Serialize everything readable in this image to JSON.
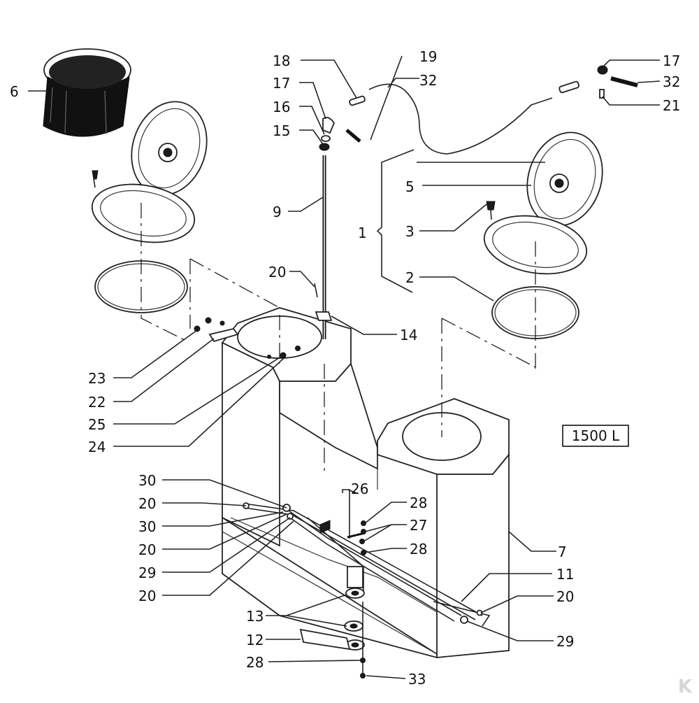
{
  "capacity_label": "1500 L",
  "watermark_glyph": "K",
  "callouts": [
    {
      "id": "c6",
      "text": "6"
    },
    {
      "id": "c18",
      "text": "18"
    },
    {
      "id": "c19",
      "text": "19"
    },
    {
      "id": "c17a",
      "text": "17"
    },
    {
      "id": "c32a",
      "text": "32"
    },
    {
      "id": "c16",
      "text": "16"
    },
    {
      "id": "c15",
      "text": "15"
    },
    {
      "id": "c17b",
      "text": "17"
    },
    {
      "id": "c32b",
      "text": "32"
    },
    {
      "id": "c21",
      "text": "21"
    },
    {
      "id": "c5",
      "text": "5"
    },
    {
      "id": "c9",
      "text": "9"
    },
    {
      "id": "c1",
      "text": "1"
    },
    {
      "id": "c3",
      "text": "3"
    },
    {
      "id": "c20a",
      "text": "20"
    },
    {
      "id": "c2",
      "text": "2"
    },
    {
      "id": "c14",
      "text": "14"
    },
    {
      "id": "c23",
      "text": "23"
    },
    {
      "id": "c22",
      "text": "22"
    },
    {
      "id": "c25",
      "text": "25"
    },
    {
      "id": "c24",
      "text": "24"
    },
    {
      "id": "c30a",
      "text": "30"
    },
    {
      "id": "c26",
      "text": "26"
    },
    {
      "id": "c20b",
      "text": "20"
    },
    {
      "id": "c28a",
      "text": "28"
    },
    {
      "id": "c30b",
      "text": "30"
    },
    {
      "id": "c27",
      "text": "27"
    },
    {
      "id": "c20c",
      "text": "20"
    },
    {
      "id": "c28b",
      "text": "28"
    },
    {
      "id": "c7",
      "text": "7"
    },
    {
      "id": "c29a",
      "text": "29"
    },
    {
      "id": "c11",
      "text": "11"
    },
    {
      "id": "c20d",
      "text": "20"
    },
    {
      "id": "c20e",
      "text": "20"
    },
    {
      "id": "c13",
      "text": "13"
    },
    {
      "id": "c29b",
      "text": "29"
    },
    {
      "id": "c12",
      "text": "12"
    },
    {
      "id": "c28c",
      "text": "28"
    },
    {
      "id": "c33",
      "text": "33"
    }
  ]
}
